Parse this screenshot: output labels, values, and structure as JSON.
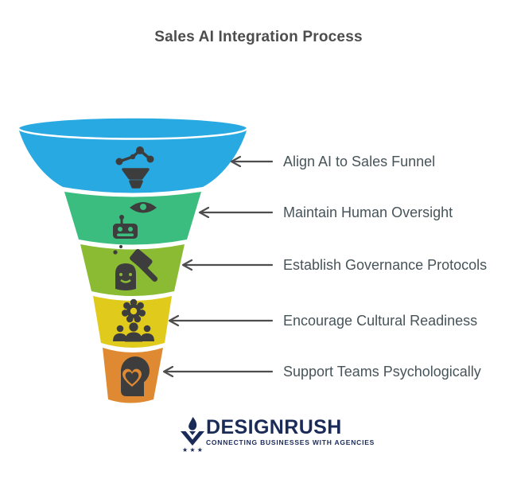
{
  "title": "Sales AI Integration Process",
  "funnel": {
    "icon_color": "#3d3d3d",
    "arrow_color": "#4d4d4d",
    "label_color": "#47545a",
    "stages": [
      {
        "label": "Align AI to Sales Funnel",
        "color": "#29a9e2",
        "icon": "ai-network-bulb-icon"
      },
      {
        "label": "Maintain Human Oversight",
        "color": "#3abd7e",
        "icon": "eye-robot-icon"
      },
      {
        "label": "Establish Governance Protocols",
        "color": "#8abb33",
        "icon": "gavel-compliance-icon"
      },
      {
        "label": "Encourage Cultural Readiness",
        "color": "#e0ca1c",
        "icon": "gear-team-icon"
      },
      {
        "label": "Support Teams Psychologically",
        "color": "#df8a33",
        "icon": "head-heart-icon"
      }
    ]
  },
  "branding": {
    "logo_text": "DESIGNRUSH",
    "tagline": "CONNECTING BUSINESSES WITH AGENCIES",
    "color": "#1b2b58",
    "logo_stars": "★ ★ ★"
  }
}
